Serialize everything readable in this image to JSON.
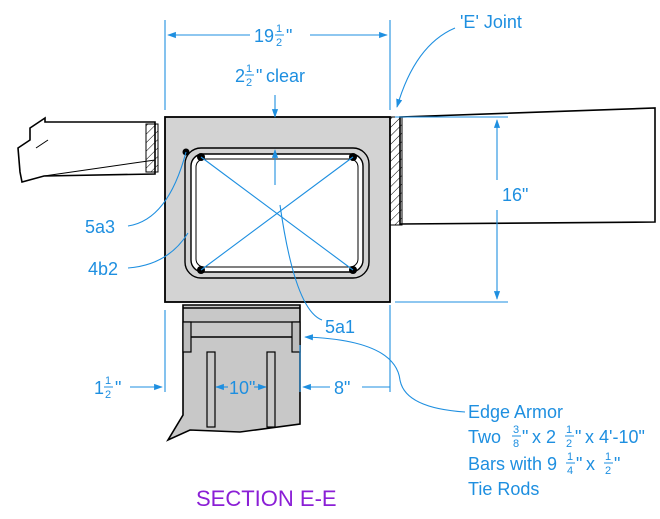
{
  "colors": {
    "ink": "#000000",
    "dimension": "#1e8fe0",
    "title": "#8b1fd6",
    "concrete": "#d3d3d3",
    "steel": "#c8c8c8"
  },
  "dimensions": {
    "width_whole": "19",
    "width_num": "1",
    "width_den": "2",
    "clear_whole": "2",
    "clear_num": "1",
    "clear_den": "2",
    "clear_word": "clear",
    "height": "16\"",
    "left_whole": "1",
    "left_num": "1",
    "left_den": "2",
    "web_gap": "10\"",
    "right_gap": "8\""
  },
  "labels": {
    "e_joint": "'E' Joint",
    "bar_5a3": "5a3",
    "bar_4b2": "4b2",
    "bar_5a1": "5a1",
    "edge_armor": "Edge Armor",
    "two": "Two",
    "armor_num1": "3",
    "armor_den1": "8",
    "armor_x1": "x 2",
    "armor_num2": "1",
    "armor_den2": "2",
    "armor_tail": "x 4'-10\"",
    "bars_with": "Bars with 9",
    "tie_num1": "1",
    "tie_den1": "4",
    "tie_x": "x",
    "tie_num2": "1",
    "tie_den2": "2",
    "tie_rods": "Tie Rods"
  },
  "title": "SECTION E-E"
}
